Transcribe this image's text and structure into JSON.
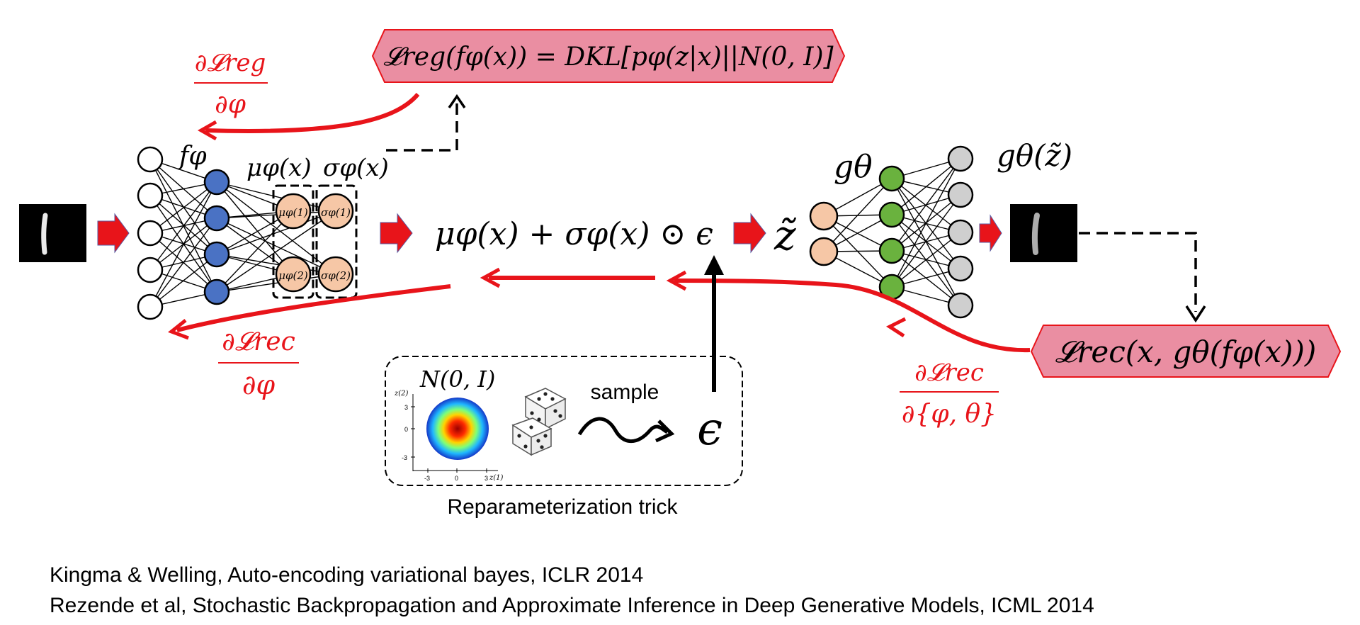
{
  "colors": {
    "red": "#e8141a",
    "pink": "#ea8ea2",
    "blue": "#4a72c4",
    "peach": "#f6c7a6",
    "green": "#6ab23e",
    "grey": "#cfcfcf"
  },
  "labels": {
    "dL_reg_num": "∂𝓛reg",
    "dL_reg_den": "∂φ",
    "loss_reg": "𝓛reg(fφ(x)) = DKL[pφ(z|x)||N(0, I)]",
    "f_phi": "fφ",
    "mu_phi_x": "μφ(x)",
    "sigma_phi_x": "σφ(x)",
    "mu1": "μφ(1)",
    "sigma1": "σφ(1)",
    "mu2": "μφ(2)",
    "sigma2": "σφ(2)",
    "reparam_expr": "μφ(x) + σφ(x) ⊙ ϵ",
    "z_tilde": "z̃",
    "g_theta": "gθ",
    "g_theta_z": "gθ(z̃)",
    "dL_rec_num": "∂𝓛rec",
    "dL_rec_den": "∂φ",
    "loss_rec": "𝓛rec(x, gθ(fφ(x)))",
    "dL_rec2_num": "∂𝓛rec",
    "dL_rec2_den": "∂{φ, θ}",
    "normal": "N(0, I)",
    "axis_z2": "z(2)",
    "axis_z1": "z(1)",
    "tick_3": "3",
    "tick_0": "0",
    "tick_m3": "-3",
    "sample": "sample",
    "epsilon": "ϵ",
    "reparam_caption": "Reparameterization trick"
  },
  "references": [
    "Kingma & Welling, Auto-encoding variational bayes, ICLR 2014",
    "Rezende et al, Stochastic Backpropagation and Approximate Inference in Deep Generative Models, ICML 2014"
  ]
}
